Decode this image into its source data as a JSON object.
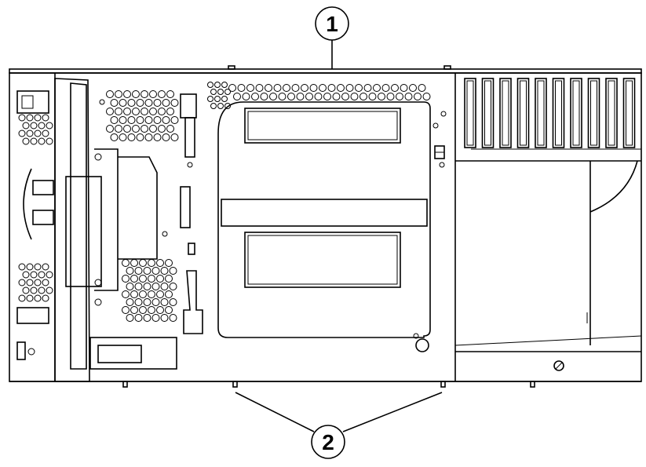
{
  "callouts": [
    {
      "label": "1",
      "target": "top-cover"
    },
    {
      "label": "2",
      "target": "bottom-mounting-pins"
    }
  ],
  "colors": {
    "line": "#000000",
    "background": "#ffffff"
  }
}
